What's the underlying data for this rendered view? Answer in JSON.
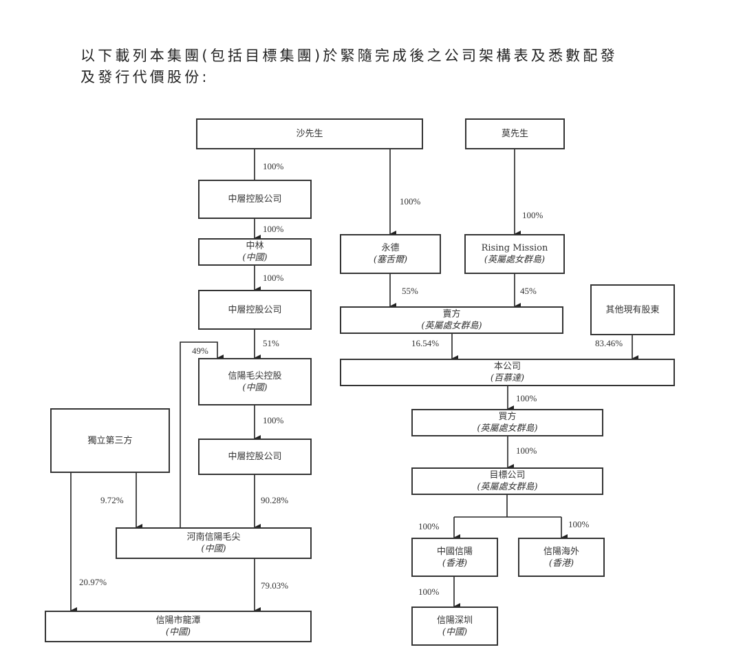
{
  "intro": {
    "line1": "以下載列本集團(包括目標集團)於緊隨完成後之公司架構表及悉數配發",
    "line2": "及發行代價股份:"
  },
  "entities": {
    "mr_sha": {
      "name": "沙先生"
    },
    "mr_mo": {
      "name": "莫先生"
    },
    "zhongceng_1": {
      "name": "中層控股公司"
    },
    "zhonglin": {
      "name": "中林",
      "jurisdiction": "(中國)"
    },
    "yongde": {
      "name": "永德",
      "jurisdiction": "(塞舌爾)"
    },
    "rising_mission": {
      "name": "Rising Mission",
      "jurisdiction": "(英屬處女群島)"
    },
    "zhongceng_2": {
      "name": "中層控股公司"
    },
    "vendor": {
      "name": "賣方",
      "jurisdiction": "(英屬處女群島)"
    },
    "other_shareholders": {
      "name": "其他現有股東"
    },
    "xinyang_maojian_holding": {
      "name": "信陽毛尖控股",
      "jurisdiction": "(中國)"
    },
    "company": {
      "name": "本公司",
      "jurisdiction": "(百慕達)"
    },
    "independent_third_party": {
      "name": "獨立第三方"
    },
    "zhongceng_3": {
      "name": "中層控股公司"
    },
    "purchaser": {
      "name": "買方",
      "jurisdiction": "(英屬處女群島)"
    },
    "target_company": {
      "name": "目標公司",
      "jurisdiction": "(英屬處女群島)"
    },
    "henan_xinyang_maojian": {
      "name": "河南信陽毛尖",
      "jurisdiction": "(中國)"
    },
    "china_xinyang": {
      "name": "中國信陽",
      "jurisdiction": "(香港)"
    },
    "xinyang_overseas": {
      "name": "信陽海外",
      "jurisdiction": "(香港)"
    },
    "xinyang_longtan": {
      "name": "信陽市龍潭",
      "jurisdiction": "(中國)"
    },
    "xinyang_shenzhen": {
      "name": "信陽深圳",
      "jurisdiction": "(中國)"
    }
  },
  "ownership_links": [
    {
      "from": "mr_sha",
      "to": "zhongceng_1",
      "percent": "100%"
    },
    {
      "from": "mr_sha",
      "to": "yongde",
      "percent": "100%"
    },
    {
      "from": "mr_mo",
      "to": "rising_mission",
      "percent": "100%"
    },
    {
      "from": "zhongceng_1",
      "to": "zhonglin",
      "percent": "100%"
    },
    {
      "from": "zhonglin",
      "to": "zhongceng_2",
      "percent": "100%"
    },
    {
      "from": "yongde",
      "to": "vendor",
      "percent": "55%"
    },
    {
      "from": "rising_mission",
      "to": "vendor",
      "percent": "45%"
    },
    {
      "from": "zhongceng_2",
      "to": "xinyang_maojian_holding",
      "percent": "51%"
    },
    {
      "from": "henan_xinyang_maojian",
      "to": "xinyang_maojian_holding",
      "percent": "49%"
    },
    {
      "from": "vendor",
      "to": "company",
      "percent": "16.54%"
    },
    {
      "from": "other_shareholders",
      "to": "company",
      "percent": "83.46%"
    },
    {
      "from": "xinyang_maojian_holding",
      "to": "zhongceng_3",
      "percent": "100%"
    },
    {
      "from": "company",
      "to": "purchaser",
      "percent": "100%"
    },
    {
      "from": "purchaser",
      "to": "target_company",
      "percent": "100%"
    },
    {
      "from": "independent_third_party",
      "to": "henan_xinyang_maojian",
      "percent": "9.72%"
    },
    {
      "from": "zhongceng_3",
      "to": "henan_xinyang_maojian",
      "percent": "90.28%"
    },
    {
      "from": "target_company",
      "to": "china_xinyang",
      "percent": "100%"
    },
    {
      "from": "target_company",
      "to": "xinyang_overseas",
      "percent": "100%"
    },
    {
      "from": "independent_third_party",
      "to": "xinyang_longtan",
      "percent": "20.97%"
    },
    {
      "from": "henan_xinyang_maojian",
      "to": "xinyang_longtan",
      "percent": "79.03%"
    },
    {
      "from": "china_xinyang",
      "to": "xinyang_shenzhen",
      "percent": "100%"
    }
  ]
}
